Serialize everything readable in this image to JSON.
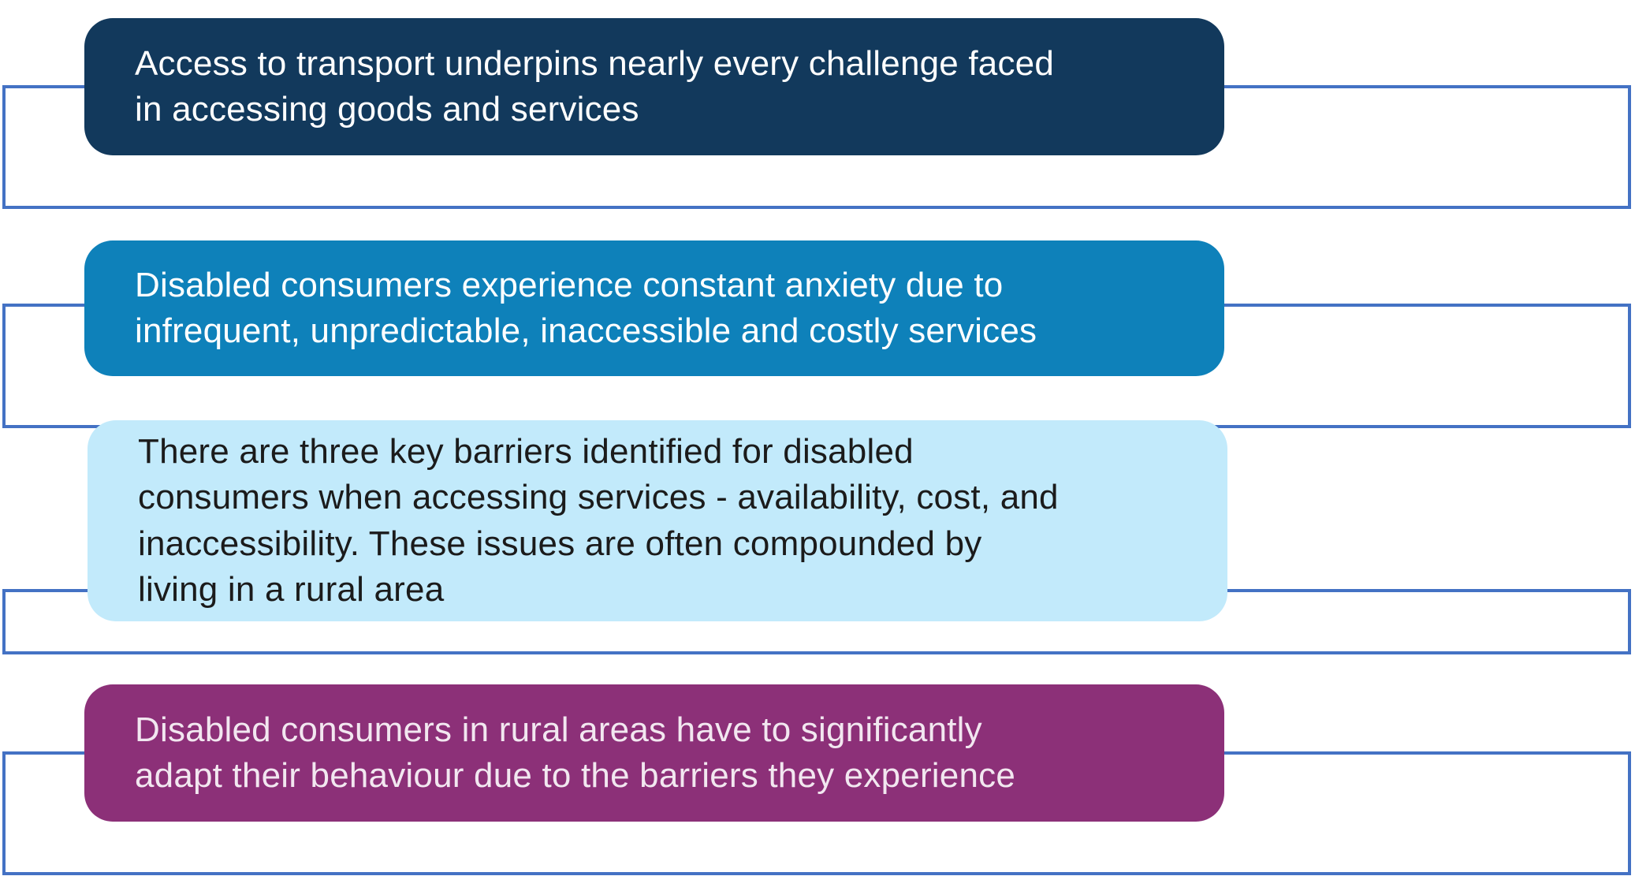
{
  "diagram": {
    "title_hint": "Stacked summary statements about disabled consumers and transport access",
    "outline_color": "#4472C4",
    "background_color": "#FFFFFF",
    "rows": [
      {
        "id": "transport-underpins",
        "text": "Access to transport underpins nearly every challenge faced\nin accessing goods and services",
        "fill": "#12395C",
        "text_color": "#FFFFFF"
      },
      {
        "id": "constant-anxiety",
        "text": "Disabled consumers experience constant anxiety due to\ninfrequent, unpredictable, inaccessible and costly services",
        "fill": "#0E81BA",
        "text_color": "#FFFFFF"
      },
      {
        "id": "three-key-barriers",
        "text": "There are three key barriers identified for disabled\nconsumers when accessing services - availability, cost, and\ninaccessibility. These issues are often compounded by\nliving in a rural area",
        "fill": "#C2EAFB",
        "text_color": "#1B1B1B"
      },
      {
        "id": "adapt-behaviour",
        "text": "Disabled consumers in rural areas have to significantly\nadapt their behaviour due to the barriers they experience",
        "fill": "#8C3078",
        "text_color": "#F2E7F0"
      }
    ]
  }
}
